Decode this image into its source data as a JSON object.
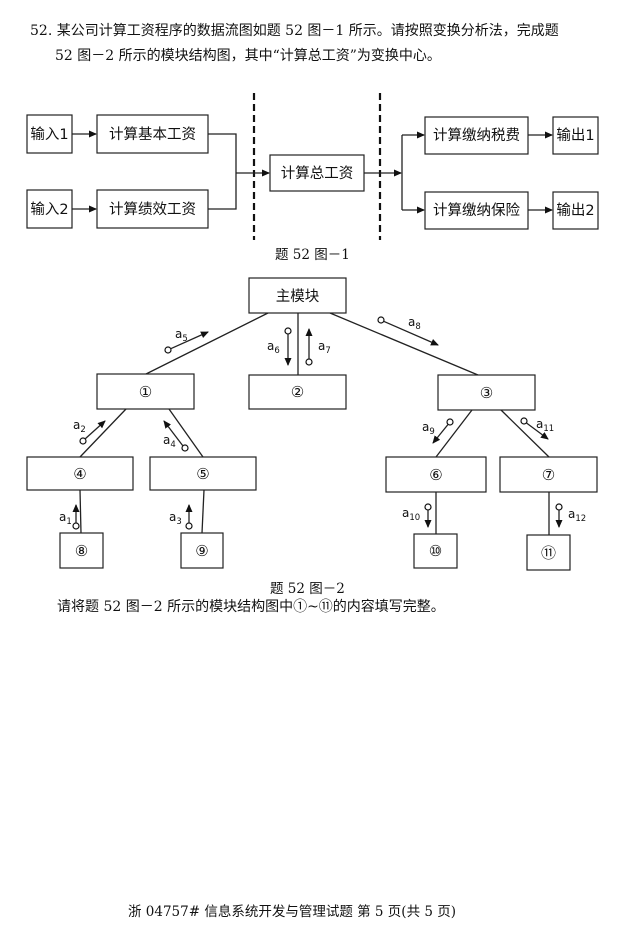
{
  "question": {
    "number": "52.",
    "line1": "某公司计算工资程序的数据流图如题 52 图－1 所示。请按照变换分析法，完成题",
    "line2": "52 图－2 所示的模块结构图，其中“计算总工资”为变换中心。"
  },
  "figure1": {
    "caption": "题 52 图－1",
    "inputs": [
      "输入1",
      "输入2"
    ],
    "afferent": [
      "计算基本工资",
      "计算绩效工资"
    ],
    "center": "计算总工资",
    "efferent": [
      "计算缴纳税费",
      "计算缴纳保险"
    ],
    "outputs": [
      "输出1",
      "输出2"
    ]
  },
  "figure2": {
    "caption": "题 52 图－2",
    "root": "主模块",
    "modules": [
      "①",
      "②",
      "③",
      "④",
      "⑤",
      "⑥",
      "⑦",
      "⑧",
      "⑨",
      "⑩",
      "⑪"
    ],
    "couples": {
      "a1": {
        "base": "a",
        "sub": "1"
      },
      "a2": {
        "base": "a",
        "sub": "2"
      },
      "a3": {
        "base": "a",
        "sub": "3"
      },
      "a4": {
        "base": "a",
        "sub": "4"
      },
      "a5": {
        "base": "a",
        "sub": "5"
      },
      "a6": {
        "base": "a",
        "sub": "6"
      },
      "a7": {
        "base": "a",
        "sub": "7"
      },
      "a8": {
        "base": "a",
        "sub": "8"
      },
      "a9": {
        "base": "a",
        "sub": "9"
      },
      "a10": {
        "base": "a",
        "sub": "10"
      },
      "a11": {
        "base": "a",
        "sub": "11"
      },
      "a12": {
        "base": "a",
        "sub": "12"
      }
    }
  },
  "instruction": "请将题 52 图－2 所示的模块结构图中①~⑪的内容填写完整。",
  "footer": "浙 04757# 信息系统开发与管理试题 第 5 页(共 5 页)"
}
